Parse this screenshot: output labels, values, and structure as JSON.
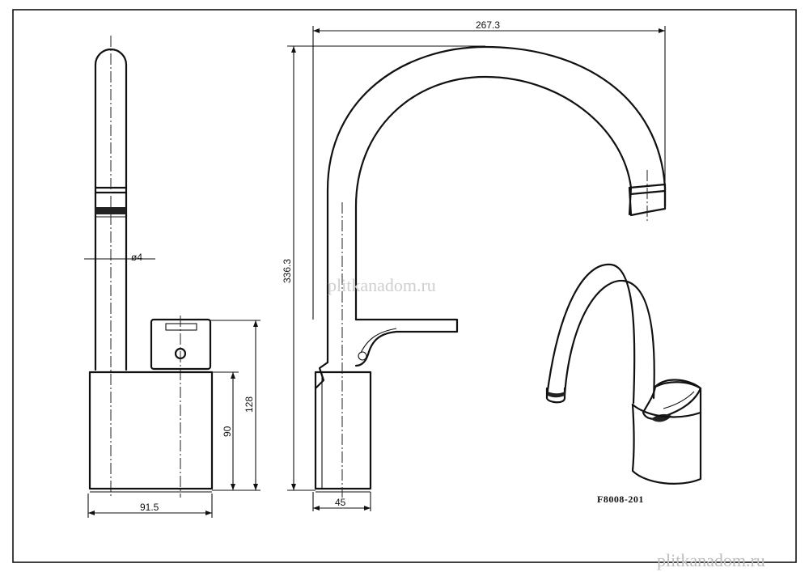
{
  "dimensions": {
    "reach": "267.3",
    "height": "336.3",
    "diameter": "ø4",
    "body_width": "91.5",
    "body_height_90": "90",
    "body_height_128": "128",
    "depth": "45"
  },
  "model_code": "F8008-201",
  "watermarks": {
    "center": "plitkanadom.ru",
    "corner": "plitkanadom.ru"
  }
}
